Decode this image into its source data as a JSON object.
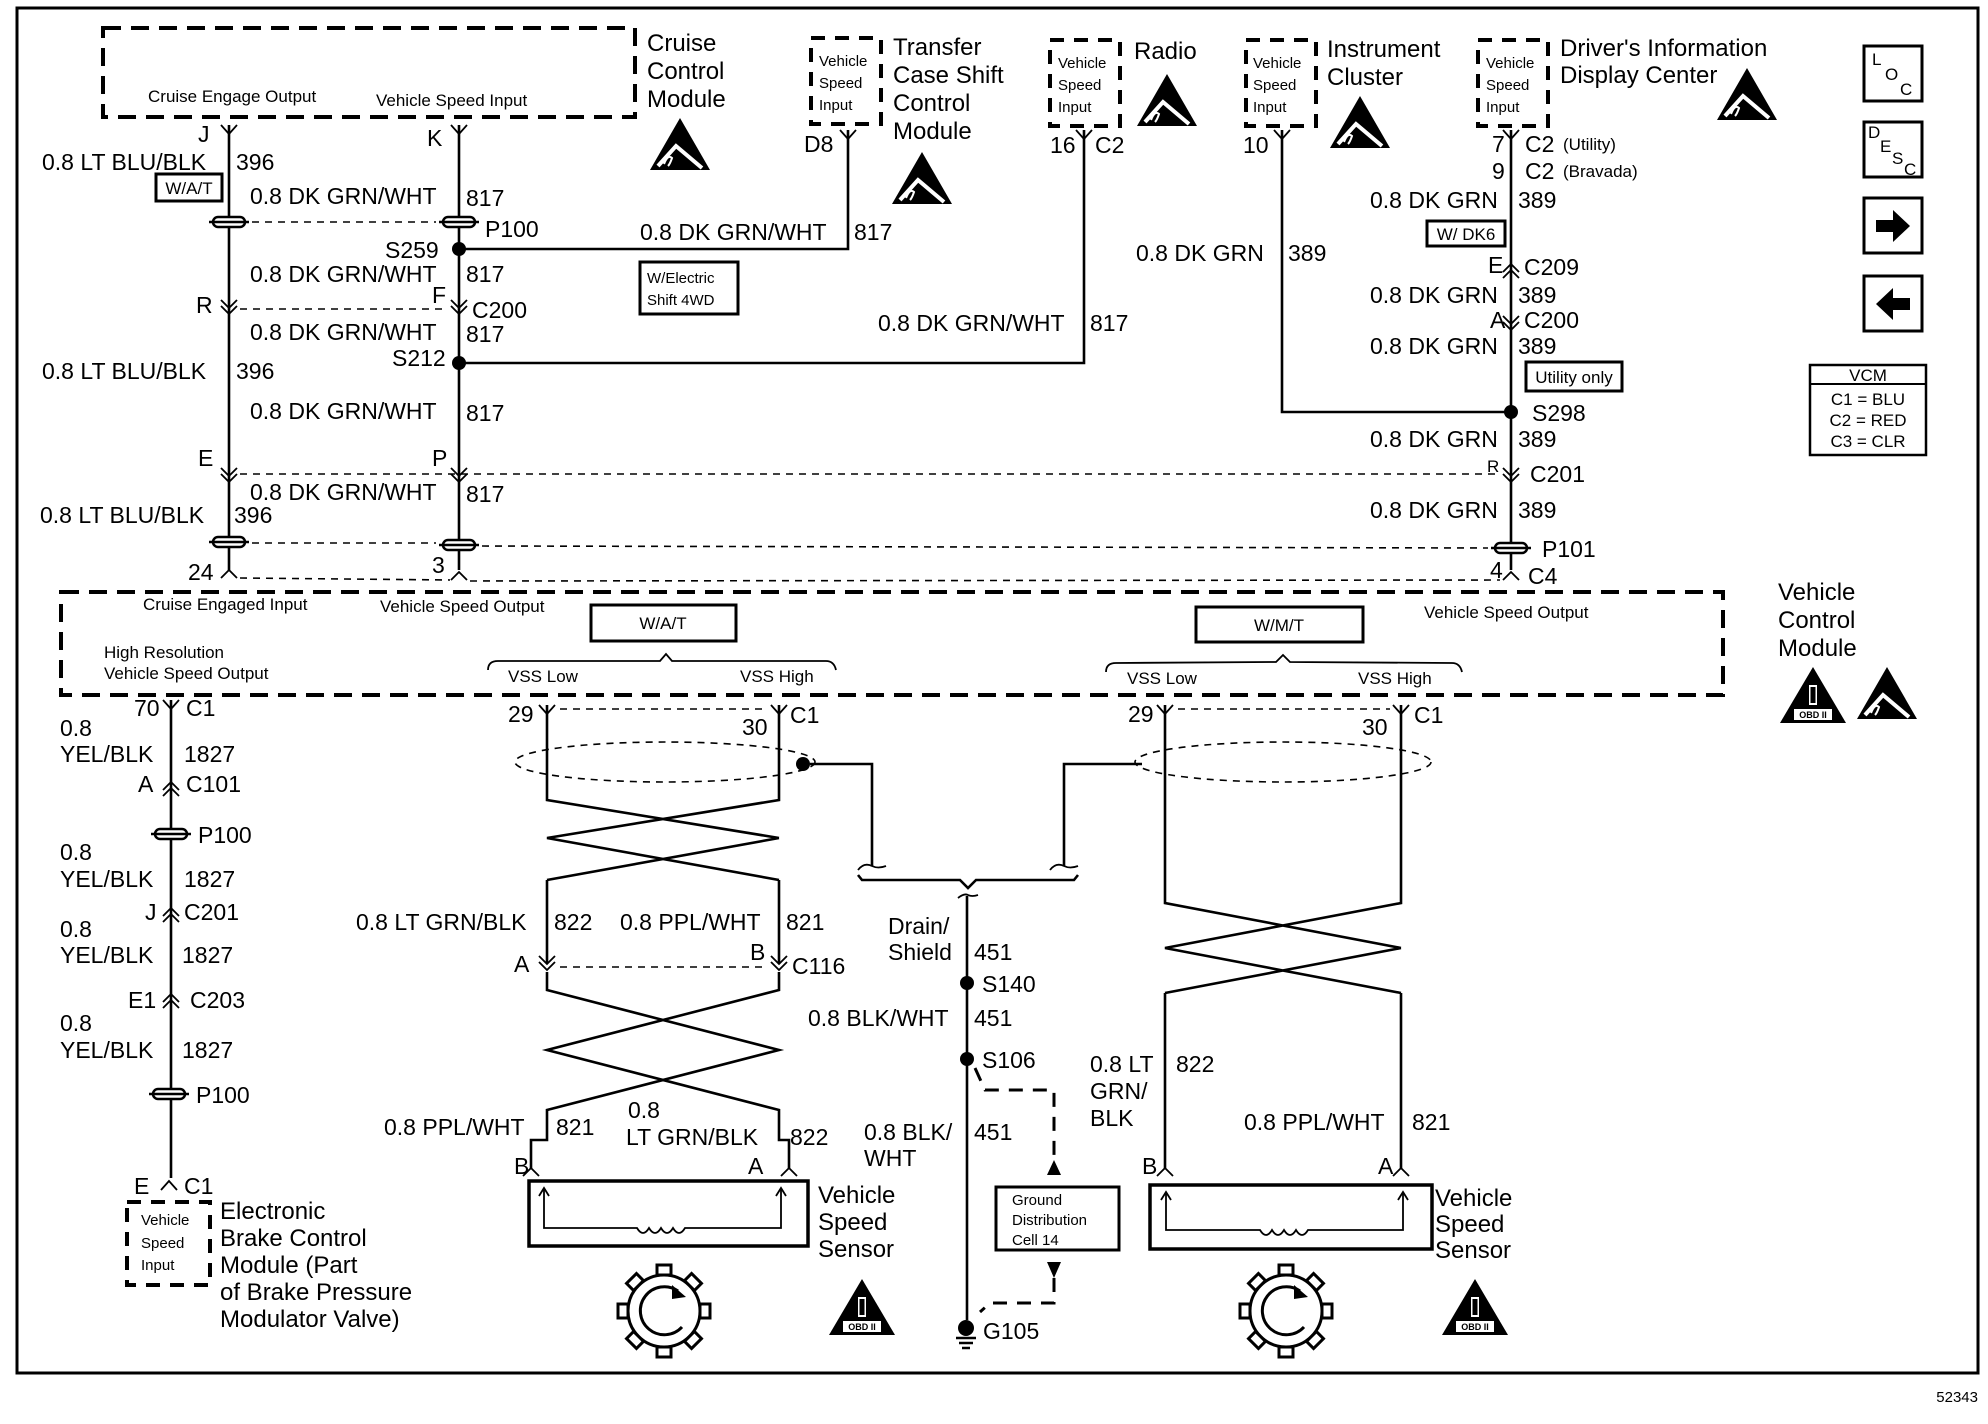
{
  "diagram": {
    "figure_id": "52343",
    "modules": {
      "cruise": {
        "name": [
          "Cruise",
          "Control",
          "Module"
        ],
        "pins": {
          "left": "Cruise Engage Output",
          "right": "Vehicle Speed Input"
        }
      },
      "transfer": {
        "name": [
          "Transfer",
          "Case Shift",
          "Control",
          "Module"
        ],
        "input": [
          "Vehicle",
          "Speed",
          "Input"
        ],
        "pin": "D8"
      },
      "radio": {
        "name": [
          "Radio"
        ],
        "input": [
          "Vehicle",
          "Speed",
          "Input"
        ],
        "pin": "16",
        "conn": "C2"
      },
      "cluster": {
        "name": [
          "Instrument",
          "Cluster"
        ],
        "input": [
          "Vehicle",
          "Speed",
          "Input"
        ],
        "pin": "10"
      },
      "dic": {
        "name": [
          "Driver's Information",
          "Display Center"
        ],
        "input": [
          "Vehicle",
          "Speed",
          "Input"
        ],
        "pin1": "7",
        "conn1": "C2",
        "note1": "(Utility)",
        "pin2": "9",
        "conn2": "C2",
        "note2": "(Bravada)"
      },
      "vcm": {
        "name": [
          "Vehicle",
          "Control",
          "Module"
        ],
        "pin_cruise": "Cruise Engaged Input",
        "pin_vso": "Vehicle Speed Output",
        "pin_vso2": "Vehicle Speed Output",
        "pin_hr": [
          "High Resolution",
          "Vehicle Speed Output"
        ],
        "wat": "W/A/T",
        "wmt": "W/M/T",
        "vss_low": "VSS Low",
        "vss_high": "VSS High"
      },
      "ebcm": {
        "name": [
          "Electronic",
          "Brake Control",
          "Module (Part",
          "of Brake Pressure",
          "Modulator Valve)"
        ],
        "input": [
          "Vehicle",
          "Speed",
          "Input"
        ],
        "pin": "E",
        "conn": "C1"
      },
      "vss": {
        "name": [
          "Vehicle",
          "Speed",
          "Sensor"
        ]
      },
      "gdc": {
        "name": [
          "Ground",
          "Distribution",
          "Cell 14"
        ]
      }
    },
    "legend_buttons": {
      "loc": [
        "L",
        "O",
        "C"
      ],
      "desc": [
        "D",
        "E",
        "S",
        "C"
      ],
      "next": "→",
      "prev": "←"
    },
    "vcm_legend": {
      "title": "VCM",
      "rows": [
        "C1 = BLU",
        "C2 = RED",
        "C3 = CLR"
      ]
    },
    "options": {
      "wat": "W/A/T",
      "electric": [
        "W/Electric",
        "Shift 4WD"
      ],
      "dk6": "W/ DK6",
      "utility": "Utility only"
    },
    "labels": {
      "ltblu": "0.8 LT BLU/BLK",
      "c396": "396",
      "dkgrnwht": "0.8 DK GRN/WHT",
      "c817": "817",
      "dkgrn": "0.8 DK GRN",
      "c389": "389",
      "yel1": "0.8",
      "yel2": "YEL/BLK",
      "c1827": "1827",
      "ltgrn": "0.8 LT GRN/BLK",
      "c822": "822",
      "ppl": "0.8 PPL/WHT",
      "c821": "821",
      "ltgrn2a": "0.8",
      "ltgrn2b": "LT GRN/BLK",
      "ltgrn3a": "0.8 LT",
      "ltgrn3b": "GRN/",
      "ltgrn3c": "BLK",
      "drain1": "Drain/",
      "drain2": "Shield",
      "c451": "451",
      "blkwht": "0.8 BLK/WHT",
      "blkwht2a": "0.8 BLK/",
      "blkwht2b": "WHT"
    },
    "connectors": {
      "J": "J",
      "K": "K",
      "R": "R",
      "F": "F",
      "E": "E",
      "P": "P",
      "A": "A",
      "B": "B",
      "n24": "24",
      "n3": "3",
      "n4": "4",
      "n70": "70",
      "n29": "29",
      "n30": "30",
      "E1": "E1",
      "E2": "E",
      "A2": "A",
      "R2": "R",
      "P100": "P100",
      "P101": "P101",
      "S259": "S259",
      "S212": "S212",
      "S298": "S298",
      "C200": "C200",
      "C201": "C201",
      "C209": "C209",
      "C101": "C101",
      "C203": "C203",
      "C116": "C116",
      "C1": "C1",
      "C4": "C4",
      "S140": "S140",
      "S106": "S106",
      "G105": "G105"
    }
  }
}
